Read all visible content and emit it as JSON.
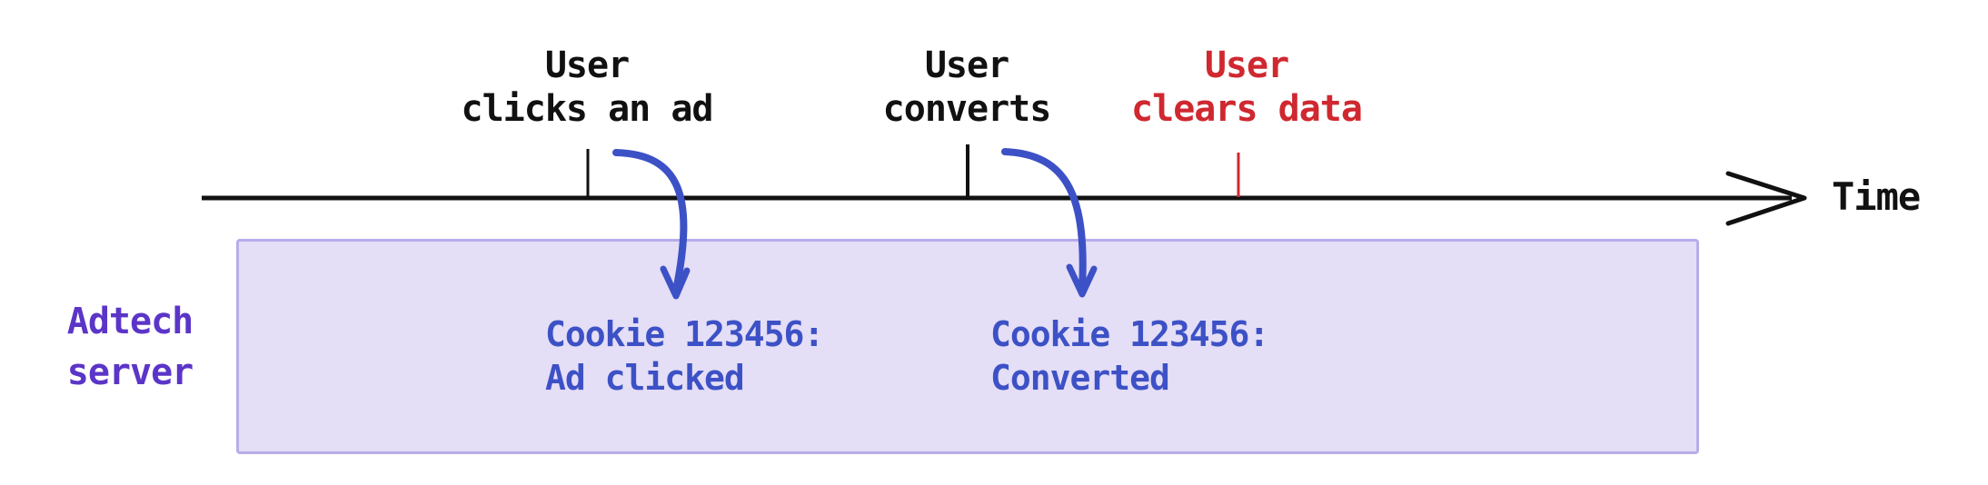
{
  "timeline": {
    "axis_label": "Time",
    "events": [
      {
        "id": "ad-click",
        "line1": "User",
        "line2": "clicks an ad",
        "color": "#111111"
      },
      {
        "id": "conversion",
        "line1": "User",
        "line2": "converts",
        "color": "#111111"
      },
      {
        "id": "data-clear",
        "line1": "User",
        "line2": "clears data",
        "color": "#d02830"
      }
    ]
  },
  "server": {
    "label_line1": "Adtech",
    "label_line2": "server",
    "records": [
      {
        "line1": "Cookie 123456:",
        "line2": "Ad clicked"
      },
      {
        "line1": "Cookie 123456:",
        "line2": "Converted"
      }
    ]
  },
  "colors": {
    "event_text": "#111111",
    "cleared_event_text": "#d02830",
    "server_label": "#5b35c8",
    "server_box_fill": "#e4def6",
    "server_box_border": "#b7adea",
    "cookie_text": "#3d51c6",
    "axis": "#111111",
    "arrow_blue": "#3d51c6"
  }
}
